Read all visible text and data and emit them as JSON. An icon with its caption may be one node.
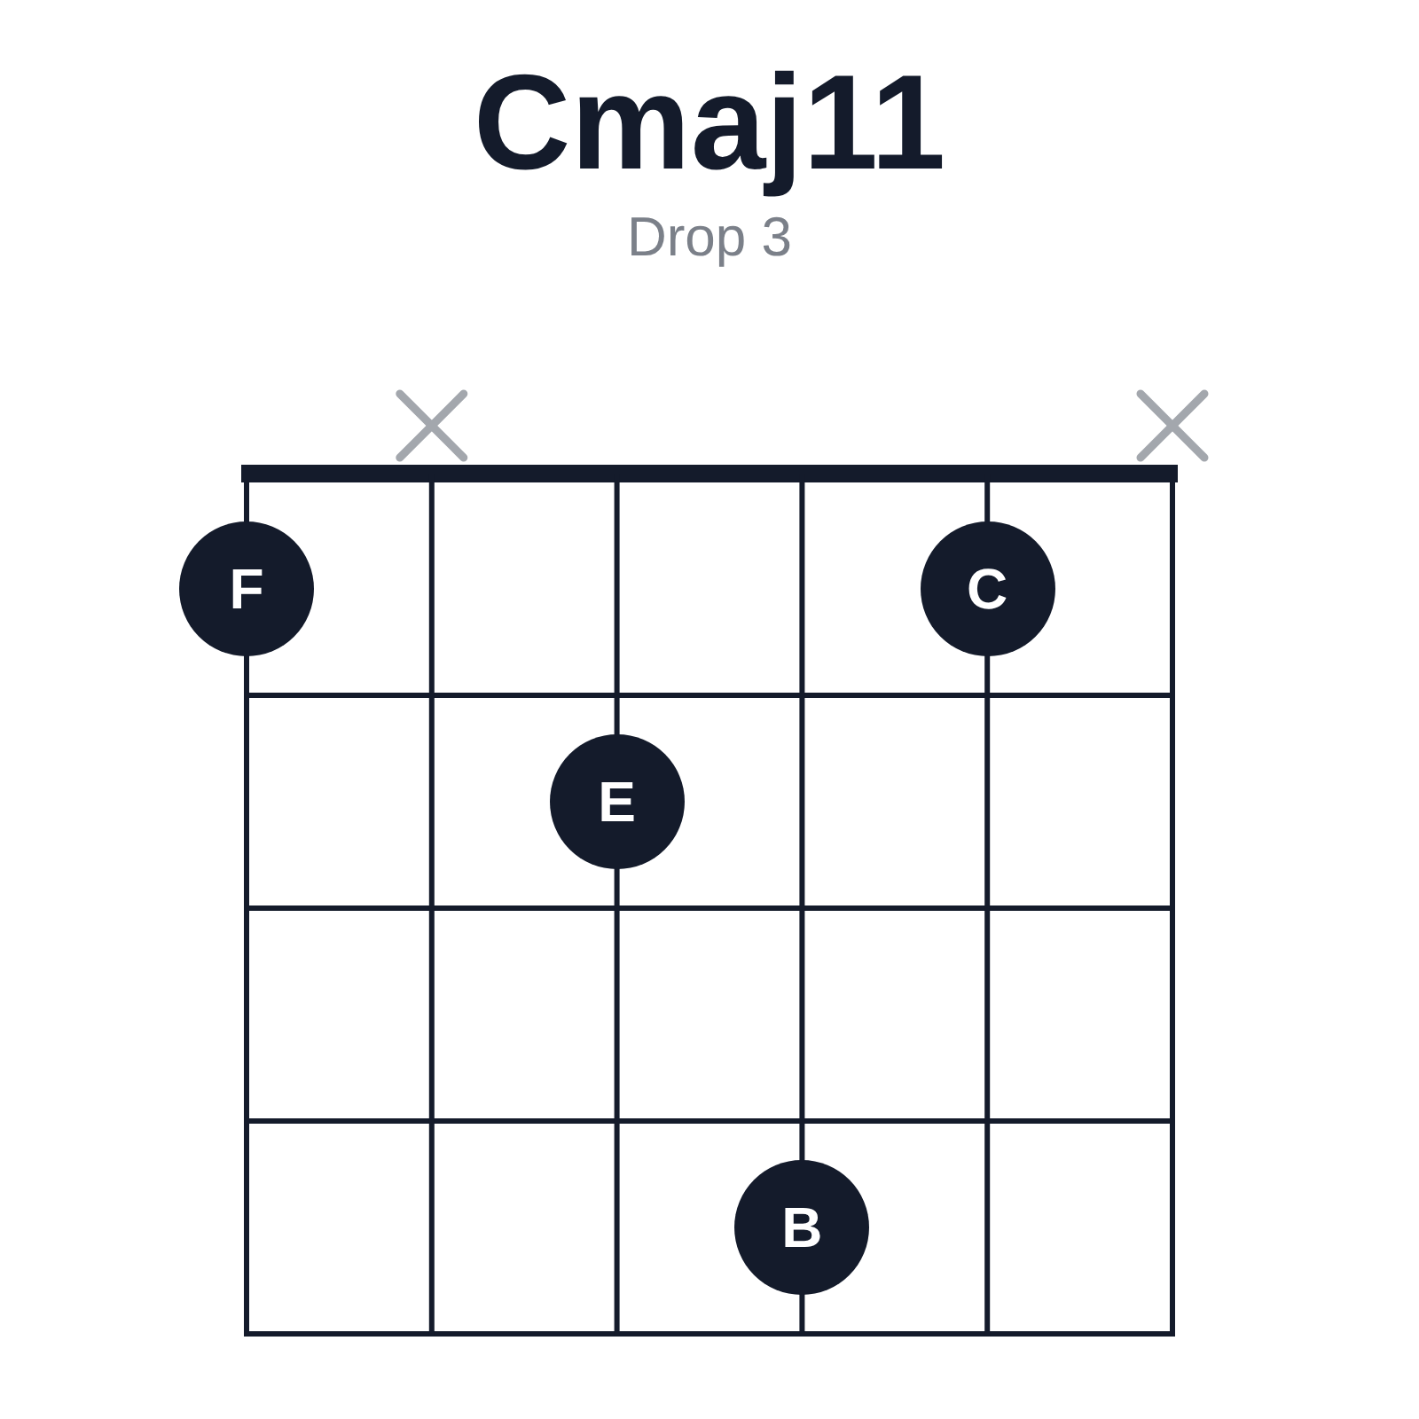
{
  "diagram": {
    "title": "Cmaj11",
    "caption": "Drop 3",
    "nodes": [
      {
        "text": [
          "F"
        ]
      },
      {
        "text": [
          "C"
        ]
      },
      {
        "text": [
          "E"
        ]
      },
      {
        "text": [
          "B"
        ]
      }
    ]
  }
}
